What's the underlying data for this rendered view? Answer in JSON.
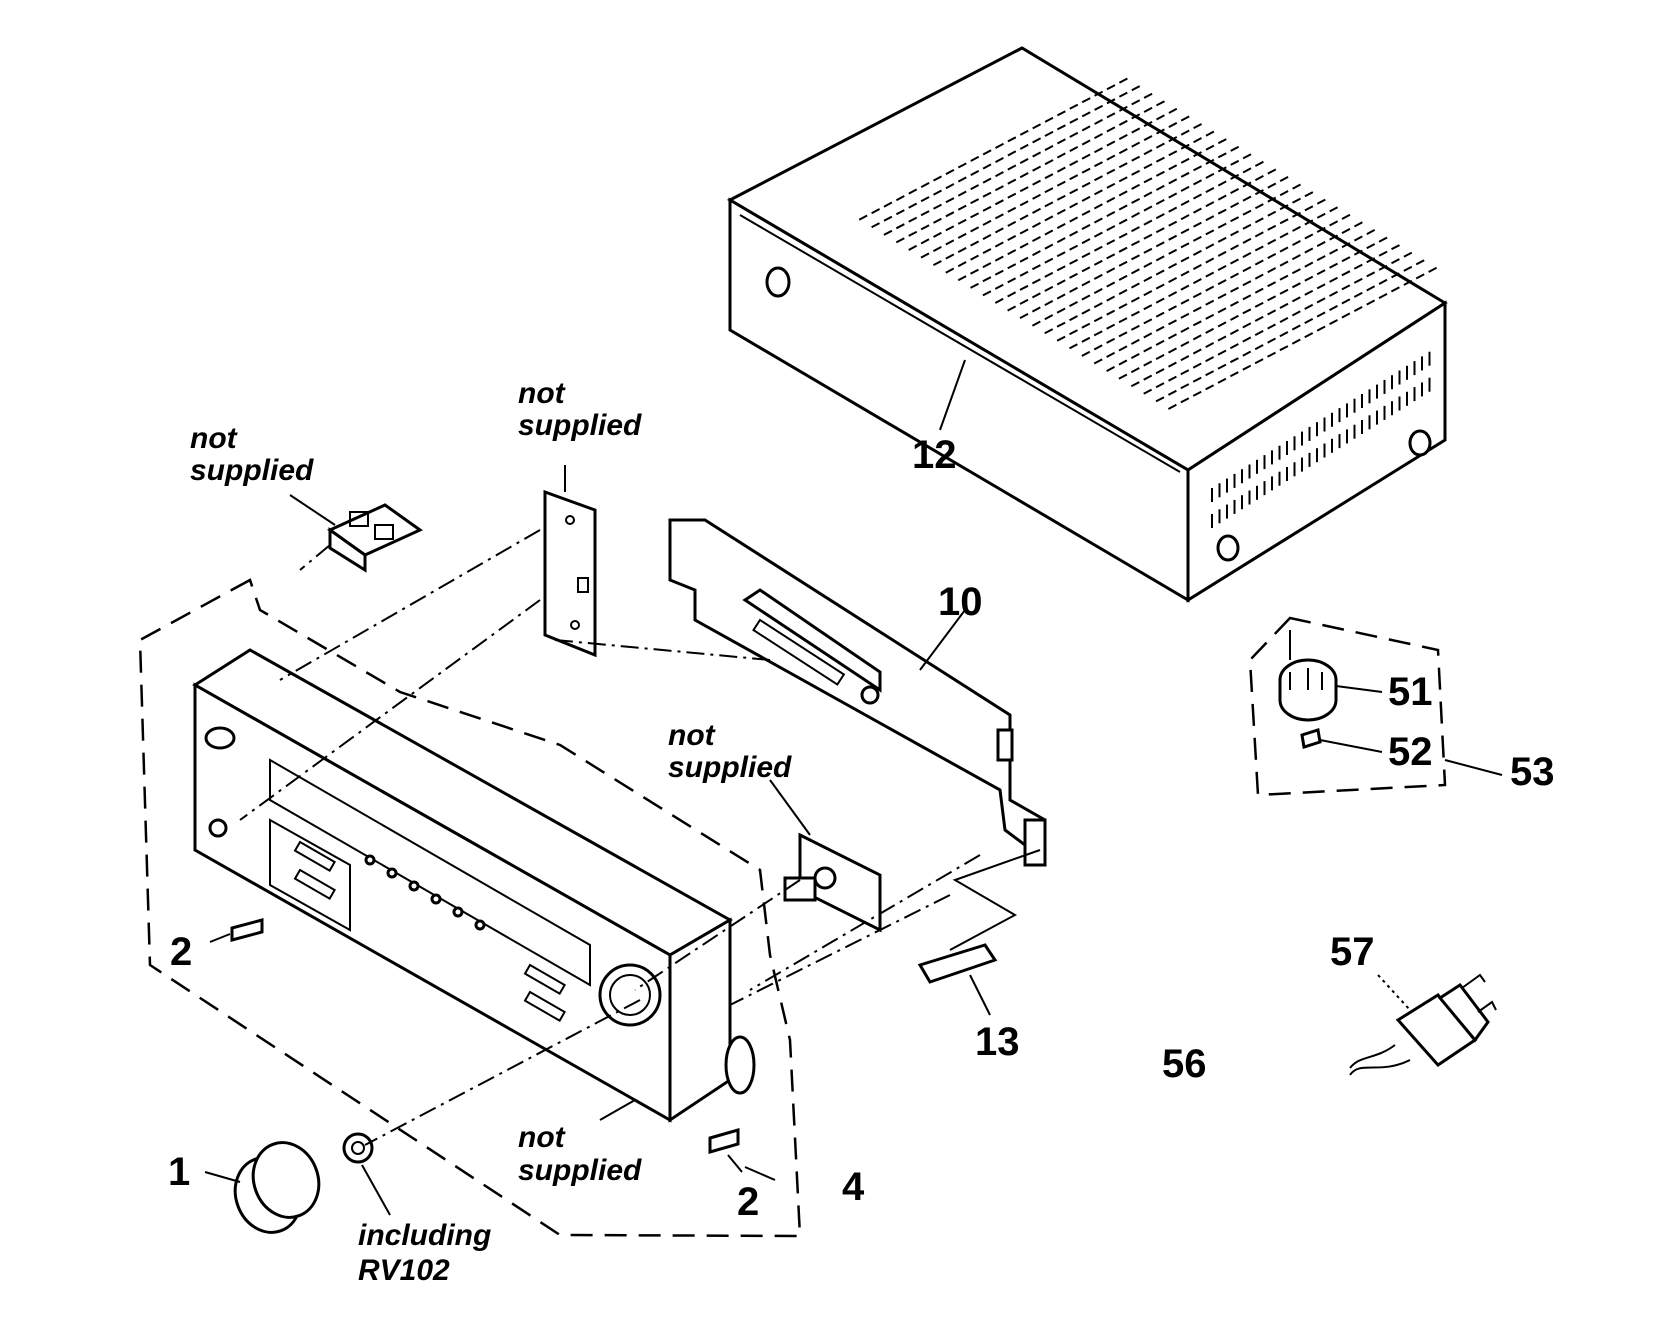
{
  "callouts": {
    "p1": "1",
    "p2a": "2",
    "p2b": "2",
    "p4": "4",
    "p10": "10",
    "p12": "12",
    "p13": "13",
    "p51": "51",
    "p52": "52",
    "p53": "53",
    "p56": "56",
    "p57": "57"
  },
  "notes": {
    "n1_line1": "not",
    "n1_line2": "supplied",
    "n2_line1": "not",
    "n2_line2": "supplied",
    "n3_line1": "not",
    "n3_line2": "supplied",
    "n4_line1": "not",
    "n4_line2": "supplied",
    "including_line1": "including",
    "including_line2": "RV102"
  }
}
